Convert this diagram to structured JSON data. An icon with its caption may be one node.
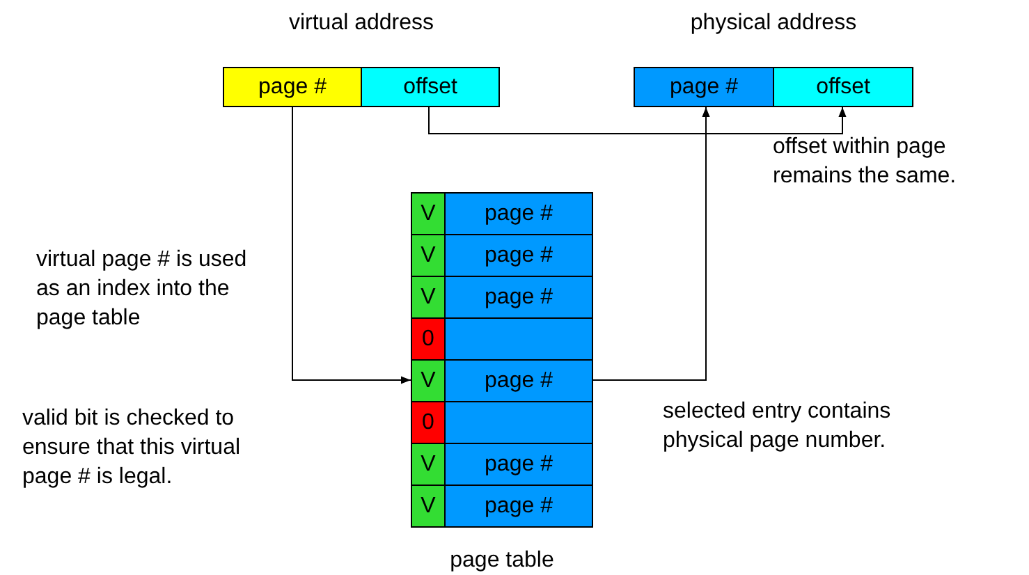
{
  "diagram": {
    "nodes": [
      {
        "text": [
          "virtual address"
        ]
      },
      {
        "text": [
          "page #"
        ],
        "in": 0
      },
      {
        "text": [
          "offset"
        ],
        "in": 0
      },
      {
        "text": [
          "physical address"
        ]
      },
      {
        "text": [
          "page #"
        ],
        "in": 3
      },
      {
        "text": [
          "offset"
        ],
        "in": 3
      },
      {
        "text": [
          "page table"
        ]
      },
      {
        "text": [
          "V"
        ],
        "in": 6
      },
      {
        "text": [
          "page #"
        ],
        "in": 6
      },
      {
        "text": [
          "V"
        ],
        "in": 6
      },
      {
        "text": [
          "page #"
        ],
        "in": 6
      },
      {
        "text": [
          "V"
        ],
        "in": 6
      },
      {
        "text": [
          "page #"
        ],
        "in": 6
      },
      {
        "text": [
          "0"
        ],
        "in": 6
      },
      {
        "text": [],
        "shape": "box",
        "in": 6
      },
      {
        "text": [
          "V"
        ],
        "in": 6
      },
      {
        "text": [
          "page #"
        ],
        "in": 6
      },
      {
        "text": [
          "0"
        ],
        "in": 6
      },
      {
        "text": [],
        "shape": "box",
        "in": 6
      },
      {
        "text": [
          "V"
        ],
        "in": 6
      },
      {
        "text": [
          "page #"
        ],
        "in": 6
      },
      {
        "text": [
          "V"
        ],
        "in": 6
      },
      {
        "text": [
          "page #"
        ],
        "in": 6
      }
    ],
    "edges": [
      {
        "from": 1,
        "to": 15,
        "arrow": "to"
      },
      {
        "from": 16,
        "to": 4,
        "arrow": "to"
      },
      {
        "from": 2,
        "to": 5,
        "arrow": "to"
      }
    ],
    "labels": [
      "offset within page remains the same.",
      "virtual page # is used as an index into the page table",
      "valid bit is checked to ensure that this virtual page # is legal.",
      "selected entry contains physical page number."
    ]
  }
}
